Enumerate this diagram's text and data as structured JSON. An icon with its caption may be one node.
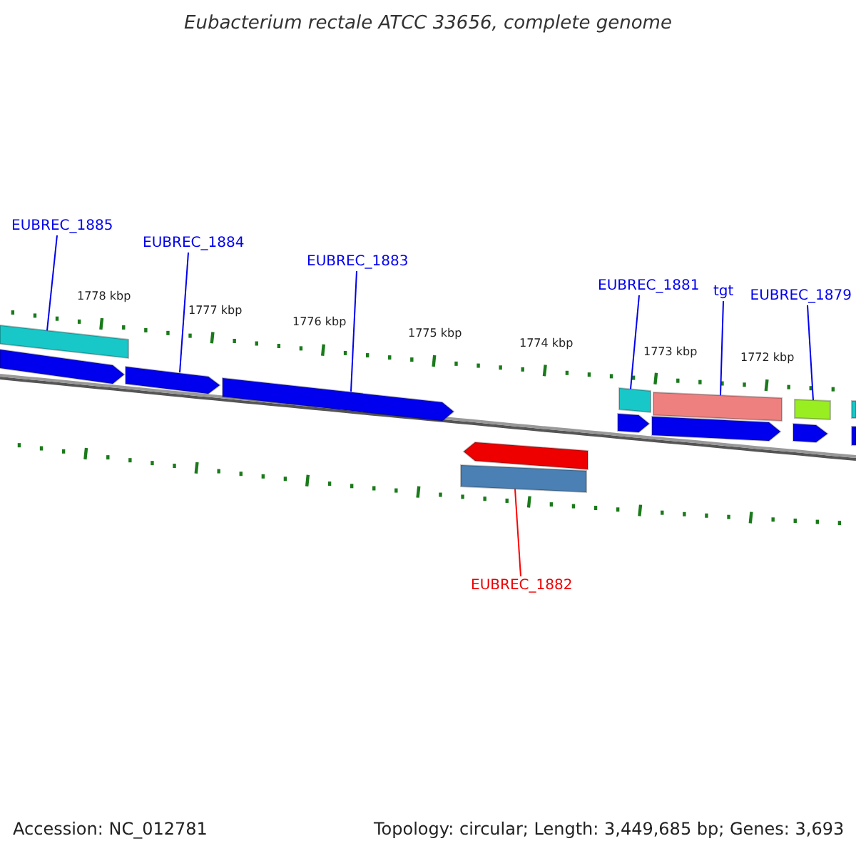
{
  "diagram": {
    "title": "Eubacterium rectale ATCC 33656, complete genome",
    "nodes": [
      {
        "text": [
          "EUBREC_1885"
        ]
      },
      {
        "text": [
          "EUBREC_1884"
        ]
      },
      {
        "text": [
          "EUBREC_1883"
        ]
      },
      {
        "text": [
          "EUBREC_1881"
        ]
      },
      {
        "text": [
          "tgt"
        ]
      },
      {
        "text": [
          "EUBREC_1879"
        ]
      },
      {
        "text": [
          "EUBREC_1882"
        ]
      },
      {
        "text": [],
        "shape": "bar"
      },
      {
        "text": [],
        "shape": "arrow"
      },
      {
        "text": [],
        "shape": "arrow"
      },
      {
        "text": [],
        "shape": "arrow"
      },
      {
        "text": [],
        "shape": "bar"
      },
      {
        "text": [],
        "shape": "bar"
      },
      {
        "text": [],
        "shape": "bar"
      },
      {
        "text": [],
        "shape": "bar"
      },
      {
        "text": [],
        "shape": "arrow"
      },
      {
        "text": [],
        "shape": "arrow"
      },
      {
        "text": [],
        "shape": "arrow"
      },
      {
        "text": [],
        "shape": "arrow"
      },
      {
        "text": [],
        "shape": "arrow"
      },
      {
        "text": [],
        "shape": "bar"
      }
    ],
    "edges": [
      {
        "from": 0,
        "to": 7,
        "arrow": "none"
      },
      {
        "from": 1,
        "to": 9,
        "arrow": "none"
      },
      {
        "from": 2,
        "to": 10,
        "arrow": "none"
      },
      {
        "from": 3,
        "to": 11,
        "arrow": "none"
      },
      {
        "from": 4,
        "to": 12,
        "arrow": "none"
      },
      {
        "from": 5,
        "to": 13,
        "arrow": "none"
      },
      {
        "from": 6,
        "to": 20,
        "arrow": "none",
        "color": "#ff0000"
      }
    ],
    "labels": [
      "1778 kbp",
      "1777 kbp",
      "1776 kbp",
      "1775 kbp",
      "1774 kbp",
      "1773 kbp",
      "1772 kbp",
      "Accession: NC_012781",
      "Topology: circular; Length: 3,449,685 bp; Genes: 3,693"
    ]
  }
}
